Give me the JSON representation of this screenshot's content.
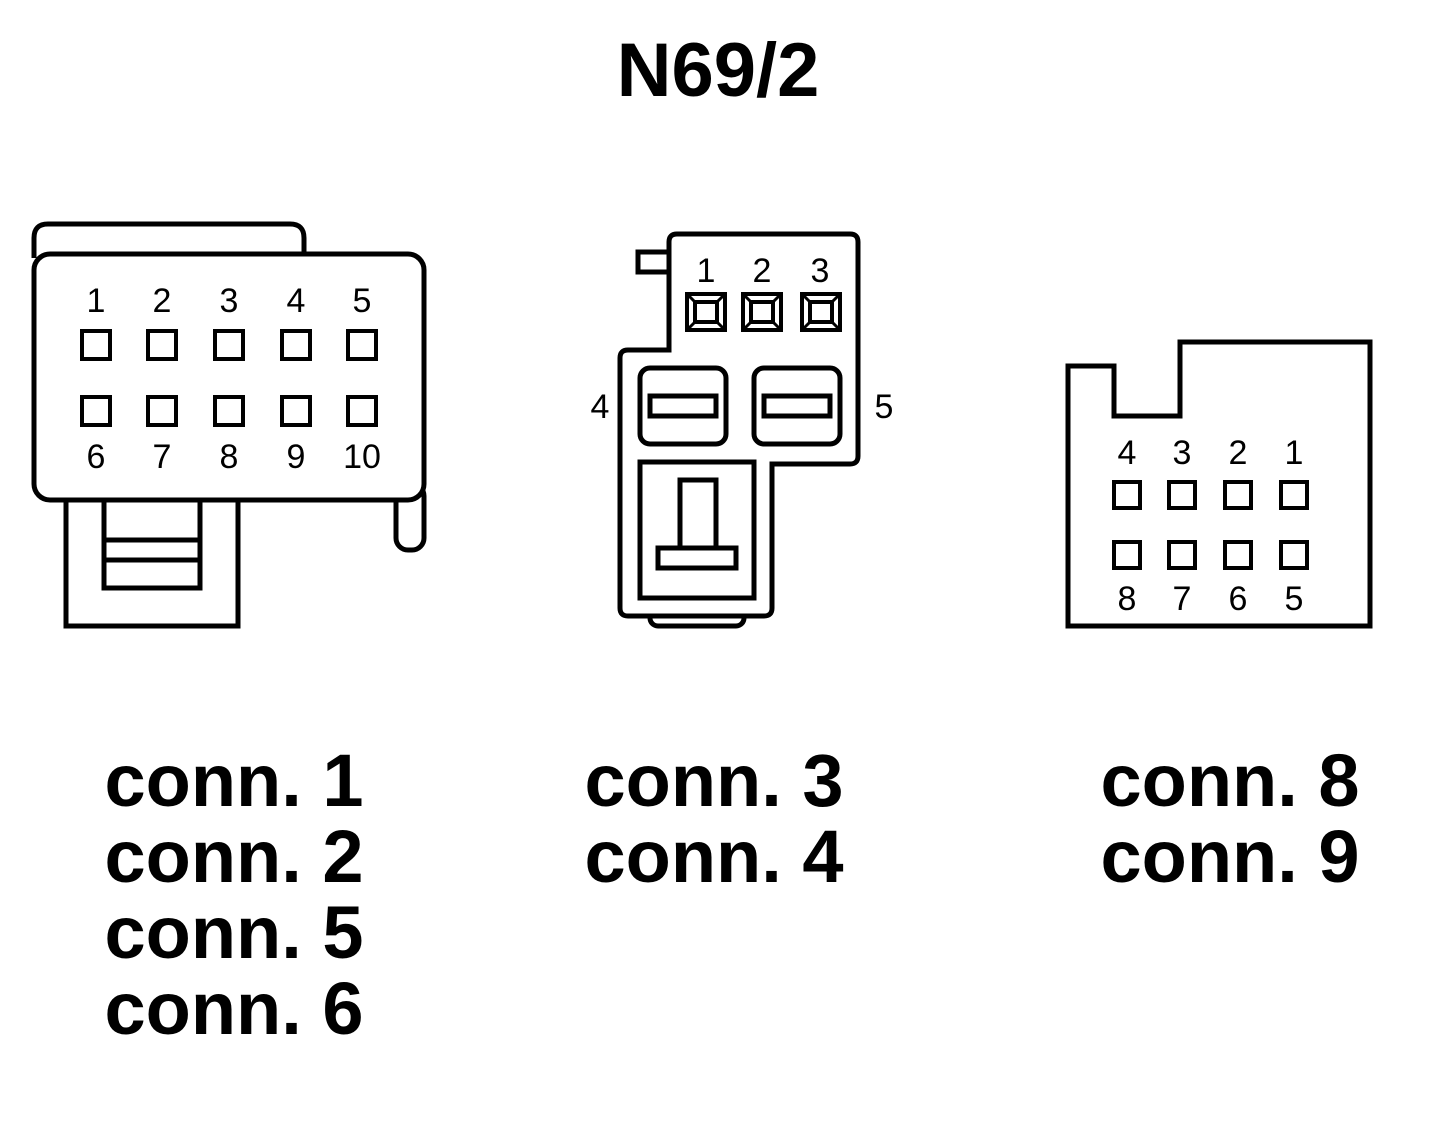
{
  "title": "N69/2",
  "colors": {
    "line": "#000000",
    "background": "#ffffff"
  },
  "connectors": [
    {
      "pins_top": [
        "1",
        "2",
        "3",
        "4",
        "5"
      ],
      "pins_bottom": [
        "6",
        "7",
        "8",
        "9",
        "10"
      ],
      "labels": [
        "conn. 1",
        "conn. 2",
        "conn. 5",
        "conn. 6"
      ]
    },
    {
      "pins_top": [
        "1",
        "2",
        "3"
      ],
      "side_left": "4",
      "side_right": "5",
      "labels": [
        "conn. 3",
        "conn. 4"
      ]
    },
    {
      "pins_top": [
        "4",
        "3",
        "2",
        "1"
      ],
      "pins_bottom": [
        "8",
        "7",
        "6",
        "5"
      ],
      "labels": [
        "conn. 8",
        "conn. 9"
      ]
    }
  ]
}
